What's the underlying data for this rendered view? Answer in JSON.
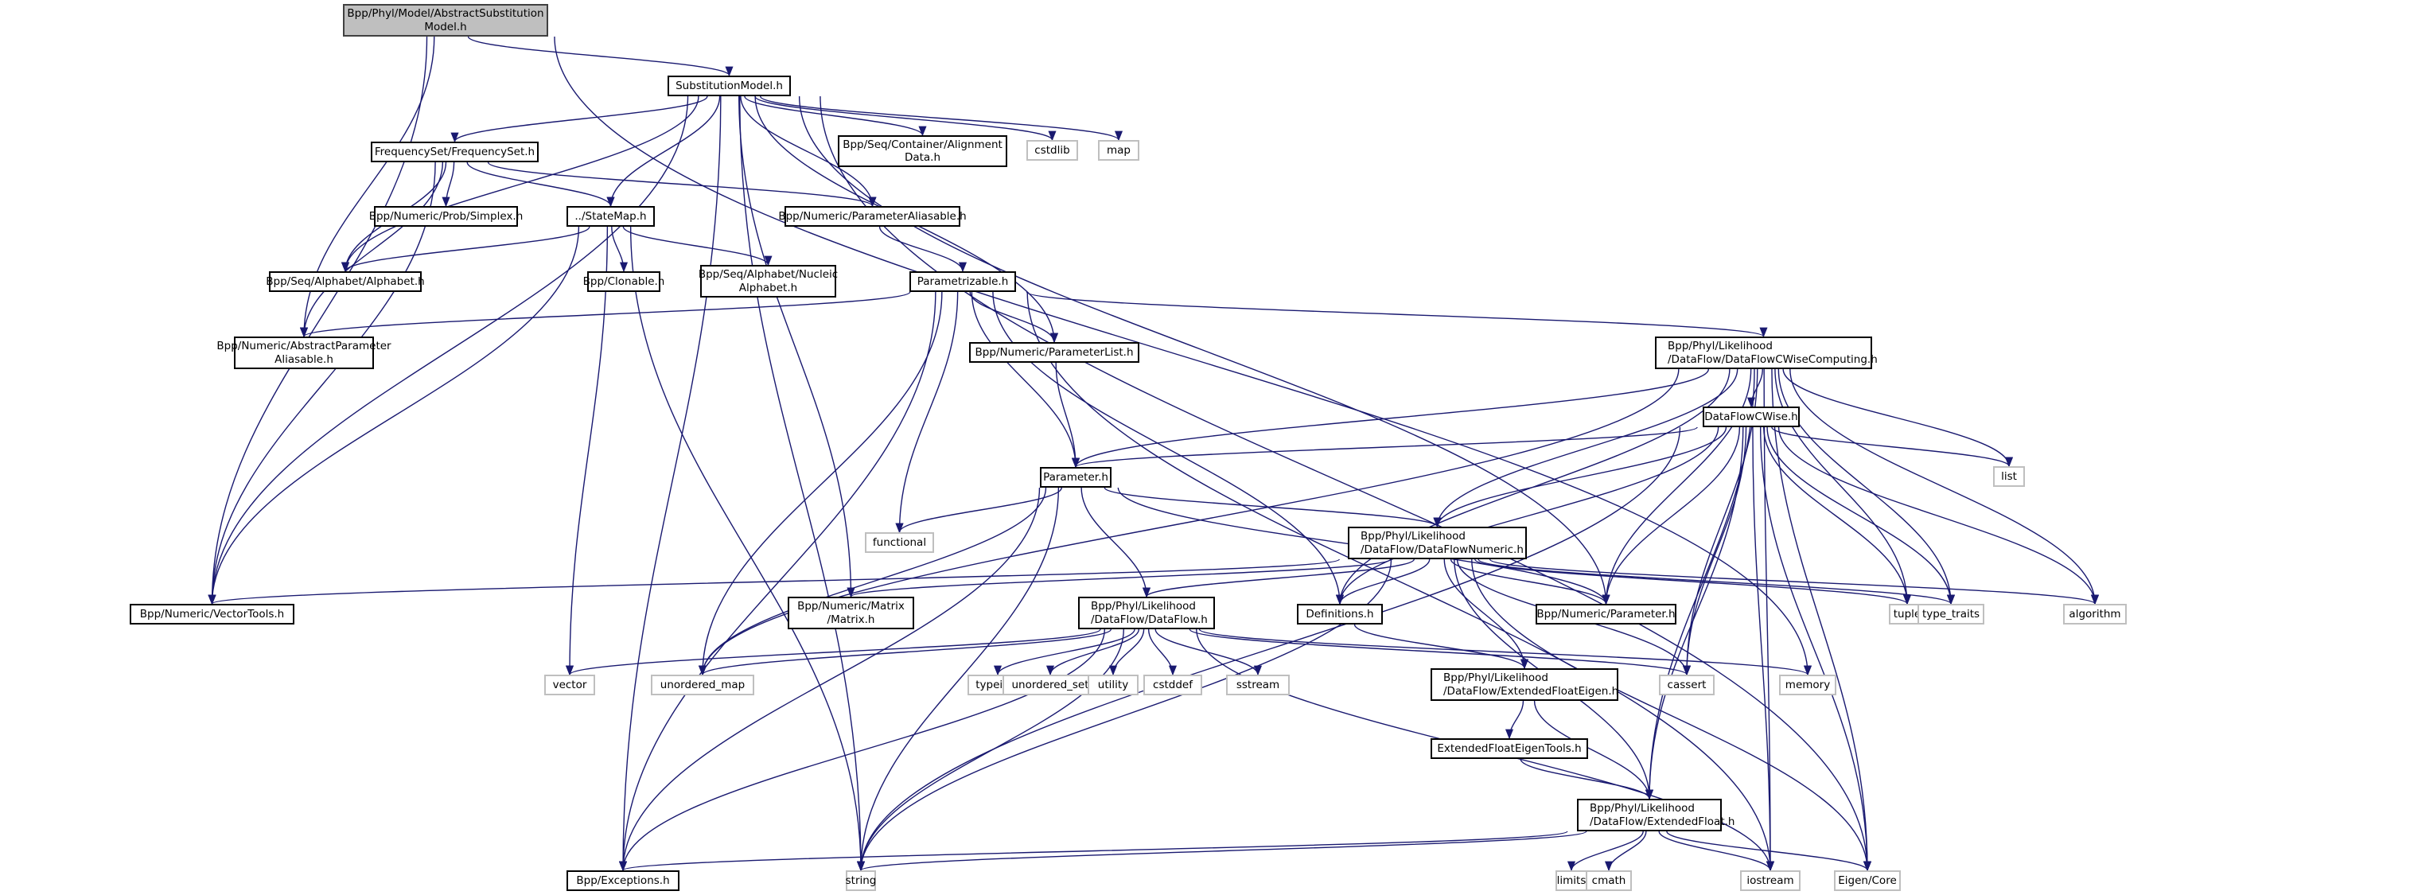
{
  "diagram": {
    "title": "Include dependency graph for Bpp/Phyl/Model/AbstractSubstitutionModel.h",
    "colors": {
      "edge": "#191970",
      "node_border": "#000000",
      "system_border": "#bfbfbf",
      "root_fill": "#bfbfbf"
    },
    "nodes": [
      {
        "id": "abstract_subst_model",
        "label": "Bpp/Phyl/Model/AbstractSubstitution\nModel.h",
        "kind": "root"
      },
      {
        "id": "subst_model",
        "label": "SubstitutionModel.h",
        "kind": "project"
      },
      {
        "id": "freqset",
        "label": "FrequencySet/FrequencySet.h",
        "kind": "project"
      },
      {
        "id": "alignment_data",
        "label": "Bpp/Seq/Container/Alignment\nData.h",
        "kind": "project"
      },
      {
        "id": "cstdlib",
        "label": "cstdlib",
        "kind": "system"
      },
      {
        "id": "map",
        "label": "map",
        "kind": "system"
      },
      {
        "id": "simplex",
        "label": "Bpp/Numeric/Prob/Simplex.h",
        "kind": "project"
      },
      {
        "id": "statemap",
        "label": "../StateMap.h",
        "kind": "project"
      },
      {
        "id": "param_aliasable",
        "label": "Bpp/Numeric/ParameterAliasable.h",
        "kind": "project"
      },
      {
        "id": "alphabet",
        "label": "Bpp/Seq/Alphabet/Alphabet.h",
        "kind": "project"
      },
      {
        "id": "clonable",
        "label": "Bpp/Clonable.h",
        "kind": "project"
      },
      {
        "id": "nucleic_alphabet",
        "label": "Bpp/Seq/Alphabet/Nucleic\nAlphabet.h",
        "kind": "project"
      },
      {
        "id": "parametrizable",
        "label": "Parametrizable.h",
        "kind": "project"
      },
      {
        "id": "abstract_param_aliasable",
        "label": "Bpp/Numeric/AbstractParameter\nAliasable.h",
        "kind": "project"
      },
      {
        "id": "param_list",
        "label": "Bpp/Numeric/ParameterList.h",
        "kind": "project"
      },
      {
        "id": "dfcw_computing",
        "label": "Bpp/Phyl/Likelihood\n/DataFlow/DataFlowCWiseComputing.h",
        "kind": "project",
        "align": "left"
      },
      {
        "id": "dfcwise",
        "label": "DataFlowCWise.h",
        "kind": "project"
      },
      {
        "id": "list",
        "label": "list",
        "kind": "system"
      },
      {
        "id": "parameter_h",
        "label": "Parameter.h",
        "kind": "project"
      },
      {
        "id": "functional",
        "label": "functional",
        "kind": "system"
      },
      {
        "id": "df_numeric",
        "label": "Bpp/Phyl/Likelihood\n/DataFlow/DataFlowNumeric.h",
        "kind": "project",
        "align": "left"
      },
      {
        "id": "vectortools",
        "label": "Bpp/Numeric/VectorTools.h",
        "kind": "project"
      },
      {
        "id": "matrix",
        "label": "Bpp/Numeric/Matrix\n/Matrix.h",
        "kind": "project"
      },
      {
        "id": "dataflow",
        "label": "Bpp/Phyl/Likelihood\n/DataFlow/DataFlow.h",
        "kind": "project",
        "align": "left"
      },
      {
        "id": "definitions",
        "label": "Definitions.h",
        "kind": "project"
      },
      {
        "id": "numeric_parameter",
        "label": "Bpp/Numeric/Parameter.h",
        "kind": "project"
      },
      {
        "id": "tuple",
        "label": "tuple",
        "kind": "system"
      },
      {
        "id": "type_traits",
        "label": "type_traits",
        "kind": "system"
      },
      {
        "id": "algorithm",
        "label": "algorithm",
        "kind": "system"
      },
      {
        "id": "vector",
        "label": "vector",
        "kind": "system"
      },
      {
        "id": "unordered_map",
        "label": "unordered_map",
        "kind": "system"
      },
      {
        "id": "typeinfo",
        "label": "typeinfo",
        "kind": "system"
      },
      {
        "id": "unordered_set",
        "label": "unordered_set",
        "kind": "system"
      },
      {
        "id": "utility",
        "label": "utility",
        "kind": "system"
      },
      {
        "id": "cstddef",
        "label": "cstddef",
        "kind": "system"
      },
      {
        "id": "sstream",
        "label": "sstream",
        "kind": "system"
      },
      {
        "id": "cassert",
        "label": "cassert",
        "kind": "system"
      },
      {
        "id": "memory",
        "label": "memory",
        "kind": "system"
      },
      {
        "id": "ext_float_eigen",
        "label": "Bpp/Phyl/Likelihood\n/DataFlow/ExtendedFloatEigen.h",
        "kind": "project",
        "align": "left"
      },
      {
        "id": "ext_float_eigen_tools",
        "label": "ExtendedFloatEigenTools.h",
        "kind": "project"
      },
      {
        "id": "ext_float",
        "label": "Bpp/Phyl/Likelihood\n/DataFlow/ExtendedFloat.h",
        "kind": "project",
        "align": "left"
      },
      {
        "id": "exceptions",
        "label": "Bpp/Exceptions.h",
        "kind": "project"
      },
      {
        "id": "string",
        "label": "string",
        "kind": "system"
      },
      {
        "id": "limits",
        "label": "limits",
        "kind": "system"
      },
      {
        "id": "cmath",
        "label": "cmath",
        "kind": "system"
      },
      {
        "id": "iostream",
        "label": "iostream",
        "kind": "system"
      },
      {
        "id": "eigen_core",
        "label": "Eigen/Core",
        "kind": "system"
      }
    ],
    "edges": [
      [
        "abstract_subst_model",
        "subst_model"
      ],
      [
        "abstract_subst_model",
        "memory"
      ],
      [
        "abstract_subst_model",
        "vectortools"
      ],
      [
        "abstract_subst_model",
        "abstract_param_aliasable"
      ],
      [
        "subst_model",
        "freqset"
      ],
      [
        "subst_model",
        "alignment_data"
      ],
      [
        "subst_model",
        "cstdlib"
      ],
      [
        "subst_model",
        "map"
      ],
      [
        "subst_model",
        "statemap"
      ],
      [
        "subst_model",
        "param_aliasable"
      ],
      [
        "subst_model",
        "alphabet"
      ],
      [
        "subst_model",
        "vectortools"
      ],
      [
        "subst_model",
        "matrix"
      ],
      [
        "subst_model",
        "param_list"
      ],
      [
        "subst_model",
        "numeric_parameter"
      ],
      [
        "subst_model",
        "exceptions"
      ],
      [
        "subst_model",
        "string"
      ],
      [
        "subst_model",
        "eigen_core"
      ],
      [
        "freqset",
        "simplex"
      ],
      [
        "freqset",
        "statemap"
      ],
      [
        "freqset",
        "param_aliasable"
      ],
      [
        "freqset",
        "alphabet"
      ],
      [
        "freqset",
        "abstract_param_aliasable"
      ],
      [
        "freqset",
        "vectortools"
      ],
      [
        "statemap",
        "alphabet"
      ],
      [
        "statemap",
        "clonable"
      ],
      [
        "statemap",
        "nucleic_alphabet"
      ],
      [
        "statemap",
        "vector"
      ],
      [
        "statemap",
        "string"
      ],
      [
        "statemap",
        "vectortools"
      ],
      [
        "param_aliasable",
        "parametrizable"
      ],
      [
        "parametrizable",
        "abstract_param_aliasable"
      ],
      [
        "parametrizable",
        "param_list"
      ],
      [
        "parametrizable",
        "parameter_h"
      ],
      [
        "parametrizable",
        "dfcw_computing"
      ],
      [
        "parametrizable",
        "functional"
      ],
      [
        "parametrizable",
        "unordered_map"
      ],
      [
        "parametrizable",
        "definitions"
      ],
      [
        "parametrizable",
        "exceptions"
      ],
      [
        "parametrizable",
        "iostream"
      ],
      [
        "param_list",
        "parameter_h"
      ],
      [
        "dfcw_computing",
        "dfcwise"
      ],
      [
        "dfcw_computing",
        "parameter_h"
      ],
      [
        "dfcw_computing",
        "df_numeric"
      ],
      [
        "dfcw_computing",
        "definitions"
      ],
      [
        "dfcw_computing",
        "numeric_parameter"
      ],
      [
        "dfcw_computing",
        "list"
      ],
      [
        "dfcw_computing",
        "tuple"
      ],
      [
        "dfcw_computing",
        "type_traits"
      ],
      [
        "dfcw_computing",
        "algorithm"
      ],
      [
        "dfcw_computing",
        "cassert"
      ],
      [
        "dfcw_computing",
        "unordered_map"
      ],
      [
        "dfcw_computing",
        "ext_float"
      ],
      [
        "dfcw_computing",
        "iostream"
      ],
      [
        "dfcw_computing",
        "eigen_core"
      ],
      [
        "dfcwise",
        "parameter_h"
      ],
      [
        "dfcwise",
        "df_numeric"
      ],
      [
        "dfcwise",
        "definitions"
      ],
      [
        "dfcwise",
        "numeric_parameter"
      ],
      [
        "dfcwise",
        "list"
      ],
      [
        "dfcwise",
        "tuple"
      ],
      [
        "dfcwise",
        "type_traits"
      ],
      [
        "dfcwise",
        "algorithm"
      ],
      [
        "dfcwise",
        "cassert"
      ],
      [
        "dfcwise",
        "ext_float"
      ],
      [
        "dfcwise",
        "string"
      ],
      [
        "dfcwise",
        "iostream"
      ],
      [
        "dfcwise",
        "eigen_core"
      ],
      [
        "parameter_h",
        "functional"
      ],
      [
        "parameter_h",
        "df_numeric"
      ],
      [
        "parameter_h",
        "dataflow"
      ],
      [
        "parameter_h",
        "numeric_parameter"
      ],
      [
        "parameter_h",
        "exceptions"
      ],
      [
        "parameter_h",
        "string"
      ],
      [
        "parameter_h",
        "unordered_map"
      ],
      [
        "df_numeric",
        "vectortools"
      ],
      [
        "df_numeric",
        "matrix"
      ],
      [
        "df_numeric",
        "dataflow"
      ],
      [
        "df_numeric",
        "definitions"
      ],
      [
        "df_numeric",
        "numeric_parameter"
      ],
      [
        "df_numeric",
        "tuple"
      ],
      [
        "df_numeric",
        "type_traits"
      ],
      [
        "df_numeric",
        "algorithm"
      ],
      [
        "df_numeric",
        "cassert"
      ],
      [
        "df_numeric",
        "ext_float_eigen"
      ],
      [
        "df_numeric",
        "ext_float"
      ],
      [
        "df_numeric",
        "string"
      ],
      [
        "df_numeric",
        "eigen_core"
      ],
      [
        "dataflow",
        "vector"
      ],
      [
        "dataflow",
        "unordered_map"
      ],
      [
        "dataflow",
        "typeinfo"
      ],
      [
        "dataflow",
        "unordered_set"
      ],
      [
        "dataflow",
        "utility"
      ],
      [
        "dataflow",
        "cstddef"
      ],
      [
        "dataflow",
        "sstream"
      ],
      [
        "dataflow",
        "cassert"
      ],
      [
        "dataflow",
        "memory"
      ],
      [
        "dataflow",
        "exceptions"
      ],
      [
        "dataflow",
        "string"
      ],
      [
        "dataflow",
        "iostream"
      ],
      [
        "definitions",
        "ext_float_eigen"
      ],
      [
        "ext_float_eigen",
        "ext_float_eigen_tools"
      ],
      [
        "ext_float_eigen",
        "ext_float"
      ],
      [
        "ext_float_eigen_tools",
        "ext_float"
      ],
      [
        "ext_float",
        "limits"
      ],
      [
        "ext_float",
        "cmath"
      ],
      [
        "ext_float",
        "iostream"
      ],
      [
        "ext_float",
        "eigen_core"
      ],
      [
        "ext_float",
        "exceptions"
      ],
      [
        "ext_float",
        "string"
      ]
    ]
  }
}
